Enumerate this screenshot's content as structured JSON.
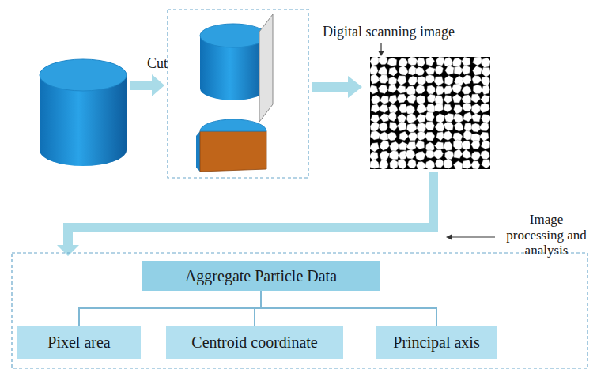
{
  "diagram": {
    "nodes": [
      {
        "text": [
          "Aggregate Particle Data"
        ]
      },
      {
        "text": [
          "Pixel area"
        ]
      },
      {
        "text": [
          "Centroid coordinate"
        ]
      },
      {
        "text": [
          "Principal axis"
        ]
      }
    ],
    "edges": [
      {
        "from": 0,
        "to": 1,
        "arrow": "none"
      },
      {
        "from": 0,
        "to": 2,
        "arrow": "none"
      },
      {
        "from": 0,
        "to": 3,
        "arrow": "none"
      }
    ],
    "labels": [
      "Cut",
      "Digital scanning image",
      "Image processing and analysis"
    ]
  }
}
